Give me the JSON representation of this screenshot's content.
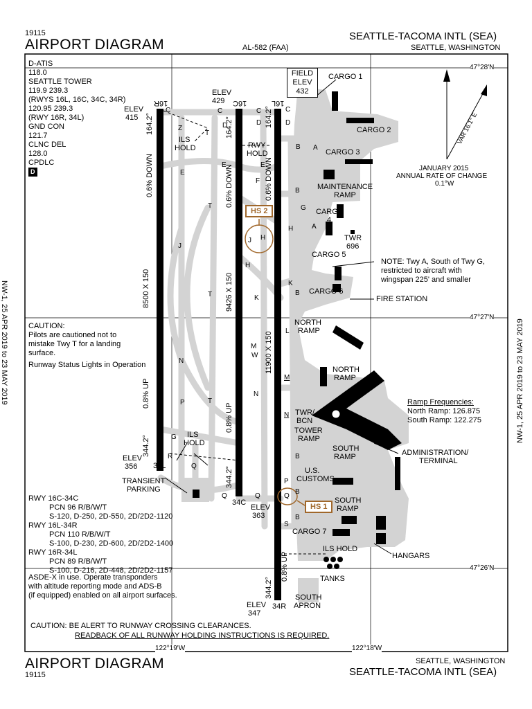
{
  "header": {
    "procedure_number": "19115",
    "title": "AIRPORT DIAGRAM",
    "airport_name": "SEATTLE-TACOMA INTL (SEA)",
    "city": "SEATTLE, WASHINGTON",
    "chart_id": "AL-582 (FAA)"
  },
  "footer": {
    "procedure_number": "19115",
    "title": "AIRPORT DIAGRAM",
    "airport_name": "SEATTLE-TACOMA INTL (SEA)",
    "city": "SEATTLE, WASHINGTON"
  },
  "validity": "NW-1, 25 APR 2019  to  23 MAY 2019",
  "frequencies": [
    "D-ATIS",
    "118.0",
    "SEATTLE TOWER",
    "119.9 239.3",
    "(RWYS 16L, 16C, 34C, 34R)",
    "120.95 239.3",
    "(RWY 16R, 34L)",
    "GND CON",
    "121.7",
    "CLNC DEL",
    "128.0",
    "CPDLC"
  ],
  "cpdlc_symbol": "D",
  "coordinates": {
    "lat_top": "47°28'N",
    "lat_mid": "47°27'N",
    "lat_bottom": "47°26'N",
    "lon_left": "122°19'W",
    "lon_right": "122°18'W"
  },
  "field_elev": {
    "label1": "FIELD",
    "label2": "ELEV",
    "value": "432"
  },
  "magnetic": {
    "variation": "VAR 16.1° E",
    "note1": "JANUARY 2015",
    "note2": "ANNUAL RATE OF CHANGE",
    "note3": "0.1°W"
  },
  "runways": {
    "r16r": {
      "end": "16R",
      "opp": "34L",
      "dims": "8500 X 150",
      "hdg_top": "164.2°",
      "hdg_bot": "344.2°",
      "grad_top": "0.6% DOWN",
      "grad_bot": "0.8% UP",
      "elev_top": "ELEV",
      "elev_top_v": "415",
      "elev_bot": "ELEV",
      "elev_bot_v": "356"
    },
    "r16c": {
      "end": "16C",
      "opp": "34C",
      "dims": "9426 X 150",
      "hdg_top": "164.2°",
      "hdg_bot": "344.2°",
      "grad_top": "0.6% DOWN",
      "grad_bot": "0.8% UP",
      "elev_top": "ELEV",
      "elev_top_v": "429",
      "elev_bot": "ELEV",
      "elev_bot_v": "363"
    },
    "r16l": {
      "end": "16L",
      "opp": "34R",
      "dims": "11900 X 150",
      "hdg_top": "164.2°",
      "hdg_bot": "344.2°",
      "grad_top": "0.6% DOWN",
      "grad_bot": "0.8% UP",
      "elev_bot": "ELEV",
      "elev_bot_v": "347"
    }
  },
  "hotspots": {
    "hs1": "HS 1",
    "hs2": "HS 2"
  },
  "labels": {
    "cargo1": "CARGO 1",
    "cargo2": "CARGO 2",
    "cargo3": "CARGO 3",
    "cargo4a": "CARGO",
    "cargo4b": "4",
    "cargo5": "CARGO 5",
    "cargo6": "CARGO 6",
    "cargo7": "CARGO 7",
    "maint1": "MAINTENANCE",
    "maint2": "RAMP",
    "twr1": "TWR",
    "twr2": "696",
    "fire": "FIRE STATION",
    "north_ramp1": "NORTH",
    "north_ramp2": "RAMP",
    "north_ramp3": "NORTH",
    "north_ramp4": "RAMP",
    "twr_bcn1": "TWR/",
    "twr_bcn2": "BCN",
    "tower_ramp1": "TOWER",
    "tower_ramp2": "RAMP",
    "south_ramp1": "SOUTH",
    "south_ramp2": "RAMP",
    "admin1": "ADMINISTRATION/",
    "admin2": "TERMINAL",
    "customs1": "U.S.",
    "customs2": "CUSTOMS",
    "south_ramp3": "SOUTH",
    "south_ramp4": "RAMP",
    "hangars": "HANGARS",
    "ils_hold": "ILS HOLD",
    "tanks": "TANKS",
    "south_apron1": "SOUTH",
    "south_apron2": "APRON",
    "transient1": "TRANSIENT",
    "transient2": "PARKING",
    "ils_hold_l1": "ILS",
    "ils_hold_l2": "HOLD",
    "ils_hold_n1": "ILS",
    "ils_hold_n2": "HOLD",
    "rwy_hold1": "RWY",
    "rwy_hold2": "HOLD"
  },
  "ramp_freq": {
    "title": "Ramp Frequencies:",
    "north": "North Ramp: 126.875",
    "south": "South Ramp: 122.275"
  },
  "notes": {
    "twy_a_1": "NOTE: Twy A, South of Twy G,",
    "twy_a_2": "restricted to aircraft with",
    "twy_a_3": "wingspan 225' and smaller",
    "caution_title": "CAUTION:",
    "caution_1": "Pilots are cautioned not to",
    "caution_2": "mistake Twy T for a landing",
    "caution_3": "surface.",
    "rsl": "Runway Status Lights in Operation",
    "asde_1": "ASDE-X in use.  Operate transponders",
    "asde_2": "with altitude reporting mode and ADS-B",
    "asde_3": "(if equipped) enabled on all airport surfaces.",
    "bottom_1": "CAUTION: BE ALERT TO RUNWAY CROSSING CLEARANCES.",
    "bottom_2": "READBACK OF ALL RUNWAY HOLDING INSTRUCTIONS IS REQUIRED."
  },
  "runway_data": [
    "RWY 16C-34C",
    "PCN 96 R/B/W/T",
    "S-120, D-250, 2D-550, 2D/2D2-1120",
    "RWY 16L-34R",
    "PCN 110 R/B/W/T",
    "S-100, D-230, 2D-600, 2D/2D2-1400",
    "RWY 16R-34L",
    "PCN 89 R/B/W/T",
    "S-100, D-216, 2D-448, 2D/2D2-1157"
  ],
  "taxiways": {
    "t_c1": "C",
    "t_c2": "C",
    "t_c3": "C",
    "t_c4": "C",
    "t_d1": "D",
    "t_d2": "D",
    "t_z": "Z",
    "t_t1": "T",
    "t_t2": "T",
    "t_t3": "T",
    "t_t4": "T",
    "t_e1": "E",
    "t_e2": "E",
    "t_e3": "E",
    "t_f": "F",
    "t_b1": "B",
    "t_a1": "A",
    "t_a2": "A",
    "t_g": "G",
    "t_h1": "H",
    "t_h2": "H",
    "t_h3": "H",
    "t_j1": "J",
    "t_j2": "J",
    "t_k1": "K",
    "t_k2": "K",
    "t_l": "L",
    "t_m1": "M",
    "t_m2": "M",
    "t_n1": "N",
    "t_n2": "N",
    "t_n3": "N",
    "t_p1": "P",
    "t_p2": "P",
    "t_q1": "Q",
    "t_q2": "Q",
    "t_q3": "Q",
    "t_q4": "Q",
    "t_r": "R",
    "t_s": "S",
    "t_w": "W",
    "t_b2": "B",
    "t_b3": "B",
    "t_b4": "B",
    "t_b5": "B",
    "t_b6": "B",
    "t_g2": "G",
    "t_d3": "D"
  }
}
